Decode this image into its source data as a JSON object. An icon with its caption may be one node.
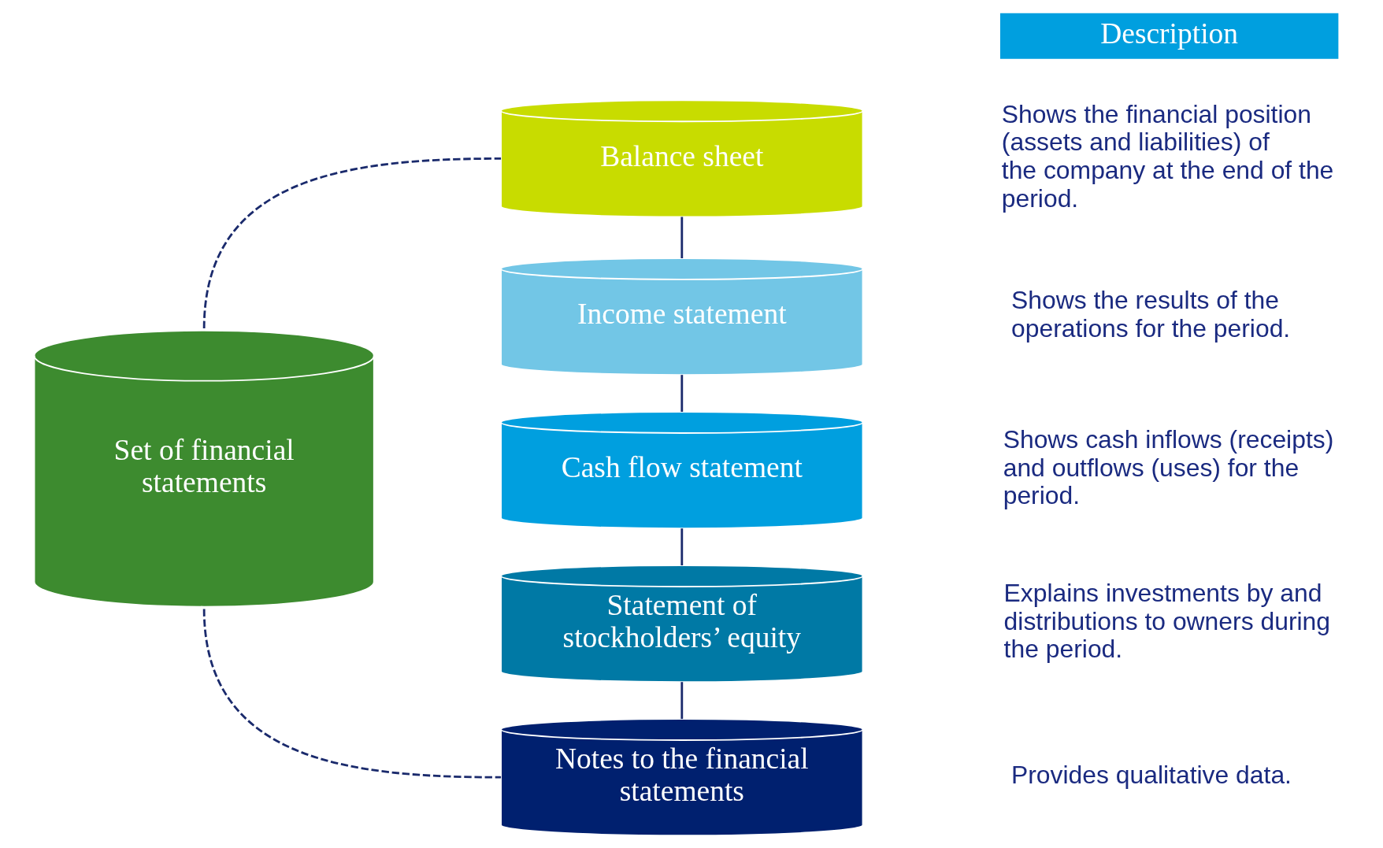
{
  "diagram": {
    "nodes": [
      {
        "text": [
          "Set of financial statements"
        ]
      },
      {
        "text": [
          "Balance sheet"
        ]
      },
      {
        "text": [
          "Income statement"
        ]
      },
      {
        "text": [
          "Cash flow statement"
        ]
      },
      {
        "text": [
          "Statement of stockholders’ equity"
        ]
      },
      {
        "text": [
          "Notes to the financial statements"
        ]
      },
      {
        "text": [
          "Description"
        ]
      }
    ],
    "edges": [
      {
        "from": 0,
        "to": 1,
        "arrow": "none",
        "style": "dashed"
      },
      {
        "from": 0,
        "to": 5,
        "arrow": "none",
        "style": "dashed"
      },
      {
        "from": 1,
        "to": 2,
        "arrow": "none"
      },
      {
        "from": 2,
        "to": 3,
        "arrow": "none"
      },
      {
        "from": 3,
        "to": 4,
        "arrow": "none"
      },
      {
        "from": 4,
        "to": 5,
        "arrow": "none"
      }
    ],
    "labels": [
      "Shows the financial position (assets and liabilities) of the company at the end of the period.",
      "Shows the results of the operations for the period.",
      "Shows cash inflows (receipts) and outflows (uses) for the period.",
      "Explains investments by and distributions to owners during the period.",
      "Provides qualitative data."
    ]
  }
}
